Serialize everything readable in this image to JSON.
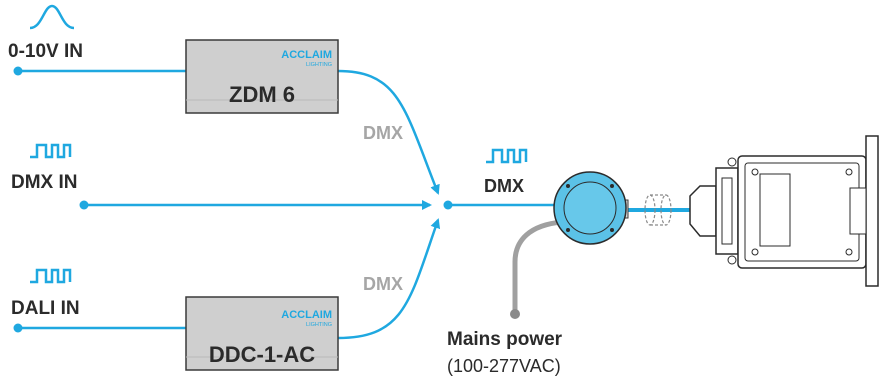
{
  "inputs": {
    "analog": {
      "label": "0-10V IN"
    },
    "dmx": {
      "label": "DMX IN"
    },
    "dali": {
      "label": "DALI  IN"
    }
  },
  "converters": {
    "zdm": {
      "brand": "ACCLAIM",
      "brand_sub": "LIGHTING",
      "model": "ZDM 6",
      "output_label": "DMX"
    },
    "ddc": {
      "brand": "ACCLAIM",
      "brand_sub": "LIGHTING",
      "model": "DDC-1-AC",
      "output_label": "DMX"
    }
  },
  "junction": {
    "output_label": "DMX"
  },
  "power": {
    "label": "Mains power",
    "rating": "(100-277VAC)"
  },
  "colors": {
    "signal": "#1fa8e0",
    "text_dark": "#2b2b2b",
    "text_gray": "#a6a6a6",
    "box_fill": "#cfcfcf",
    "box_stroke": "#3a3a3a",
    "accent": "#1fa8e0",
    "power_cable": "#a0a0a0",
    "jbox_fill": "#5bc2e7"
  }
}
